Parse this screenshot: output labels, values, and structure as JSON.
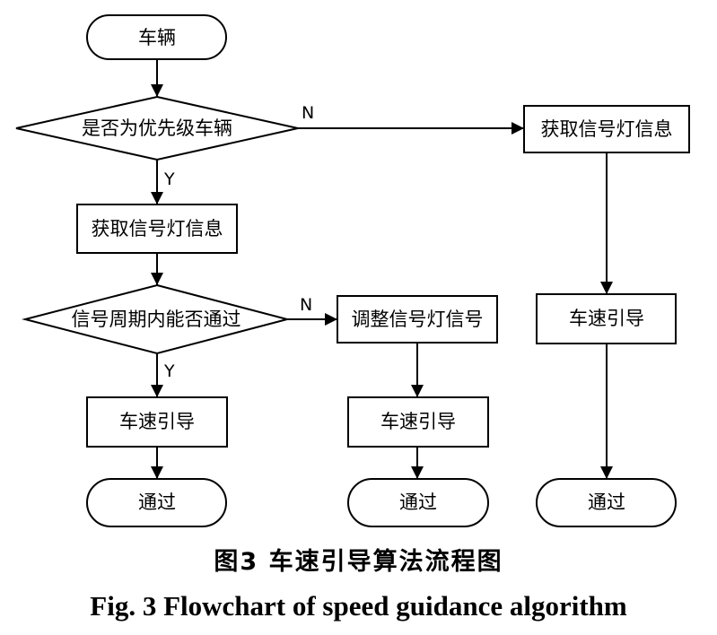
{
  "nodes": {
    "start": "车辆",
    "priority_check": "是否为优先级车辆",
    "get_signal_left": "获取信号灯信息",
    "cycle_check": "信号周期内能否通过",
    "speed_guide_left": "车速引导",
    "pass_left": "通过",
    "adjust_signal": "调整信号灯信号",
    "speed_guide_mid": "车速引导",
    "pass_mid": "通过",
    "get_signal_right": "获取信号灯信息",
    "speed_guide_right": "车速引导",
    "pass_right": "通过"
  },
  "edge_labels": {
    "priority_no": "N",
    "priority_yes": "Y",
    "cycle_no": "N",
    "cycle_yes": "Y"
  },
  "caption": {
    "zh": "图3  车速引导算法流程图",
    "en": "Fig. 3  Flowchart of speed guidance algorithm"
  }
}
